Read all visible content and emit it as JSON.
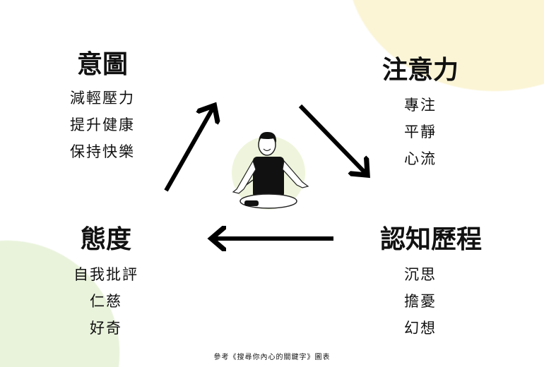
{
  "nodes": {
    "intention": {
      "title": "意圖",
      "items": [
        "減輕壓力",
        "提升健康",
        "保持快樂"
      ]
    },
    "attention": {
      "title": "注意力",
      "items": [
        "專注",
        "平靜",
        "心流"
      ]
    },
    "cognition": {
      "title": "認知歷程",
      "items": [
        "沉思",
        "擔憂",
        "幻想"
      ]
    },
    "attitude": {
      "title": "態度",
      "items": [
        "自我批評",
        "仁慈",
        "好奇"
      ]
    }
  },
  "caption": "參考《搜尋你內心的關鍵字》圖表",
  "colors": {
    "top_blob": "#fbf5d6",
    "bottom_blob": "#e9f3dc",
    "figure_bg": "#eef5dc"
  }
}
